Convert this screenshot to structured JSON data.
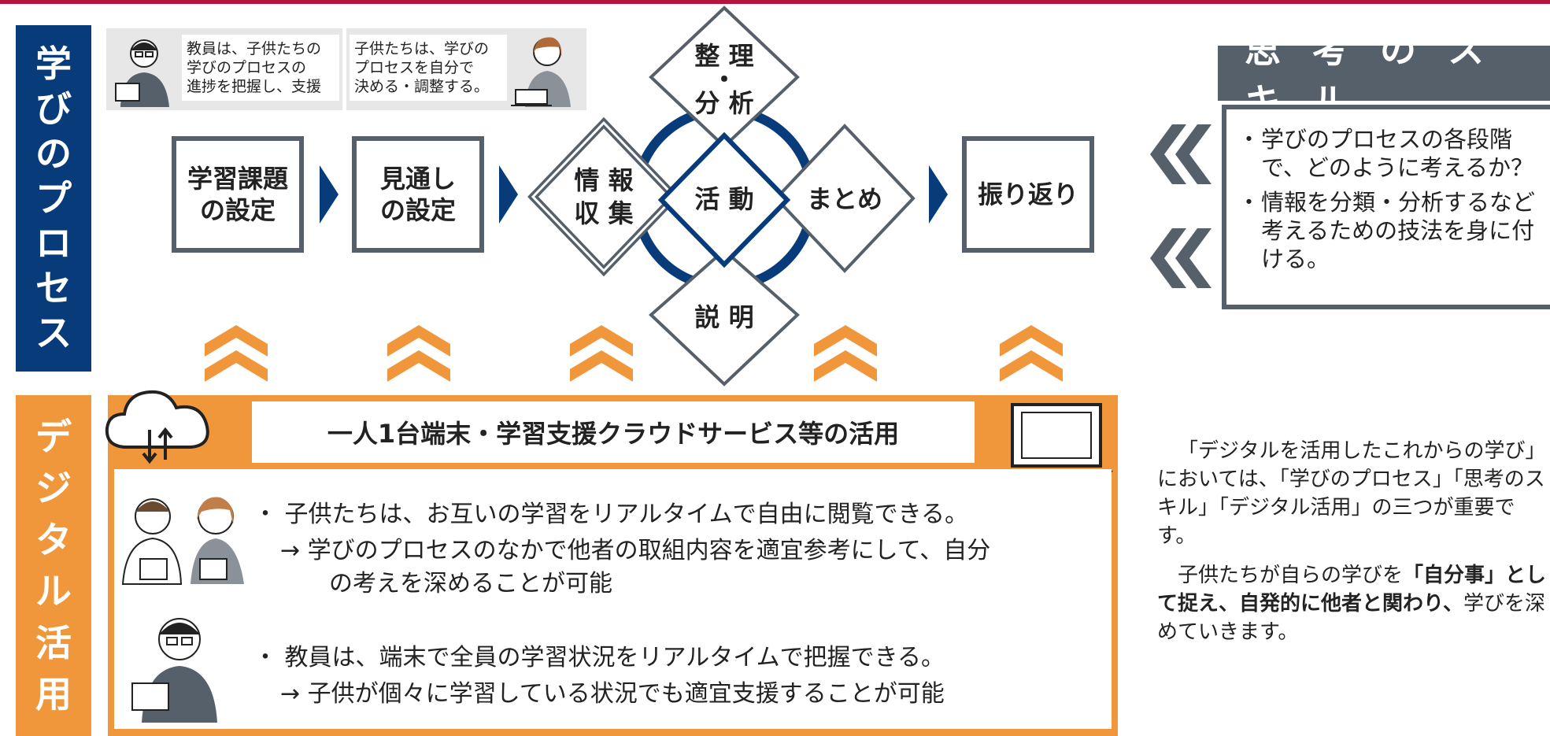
{
  "colors": {
    "navy": "#073b79",
    "orange": "#f0963b",
    "gray": "#55606a",
    "topline": "#b5143c"
  },
  "process_label": [
    "学",
    "び",
    "の",
    "プ",
    "ロ",
    "セ",
    "ス"
  ],
  "digital_label": [
    "デ",
    "ジ",
    "タ",
    "ル",
    "活",
    "用"
  ],
  "speech": {
    "teacher": "教員は、子供たちの\n学びのプロセスの\n進捗を把握し、支援",
    "student": "子供たちは、学びの\nプロセスを自分で\n決める・調整する。"
  },
  "steps": {
    "step1": "学習課題\nの設定",
    "step2": "見通し\nの設定",
    "step3": "振り返り"
  },
  "diamonds": {
    "top": "整 理\n・\n分 析",
    "left": "情 報\n収 集",
    "center": "活 動",
    "right": "まとめ",
    "bottom": "説 明"
  },
  "skills": {
    "title": "思 考 の ス キ ル",
    "items": [
      "学びのプロセスの各段階で、どのように考えるか？",
      "情報を分類・分析するなど考えるための技法を身に付ける。"
    ]
  },
  "digital": {
    "banner": "一人1台端末・学習支援クラウドサービス等の活用",
    "bullet1": "・ 子供たちは、お互いの学習をリアルタイムで自由に閲覧できる。",
    "sub1_line1": "→  学びのプロセスのなかで他者の取組内容を適宜参考にして、自分",
    "sub1_line2": "の考えを深めることが可能",
    "bullet2": "・ 教員は、端末で全員の学習状況をリアルタイムで把握できる。",
    "sub2": "→  子供が個々に学習している状況でも適宜支援することが可能"
  },
  "note": {
    "p1": "「デジタルを活用したこれからの学び」においては、「学びのプロセス」「思考のスキル」「デジタル活用」の三つが重要です。",
    "p2_pre": "子供たちが自らの学びを",
    "p2_bold": "「自分事」として捉え、自発的に他者と関わり、",
    "p2_post": "学びを深めていきます。"
  }
}
